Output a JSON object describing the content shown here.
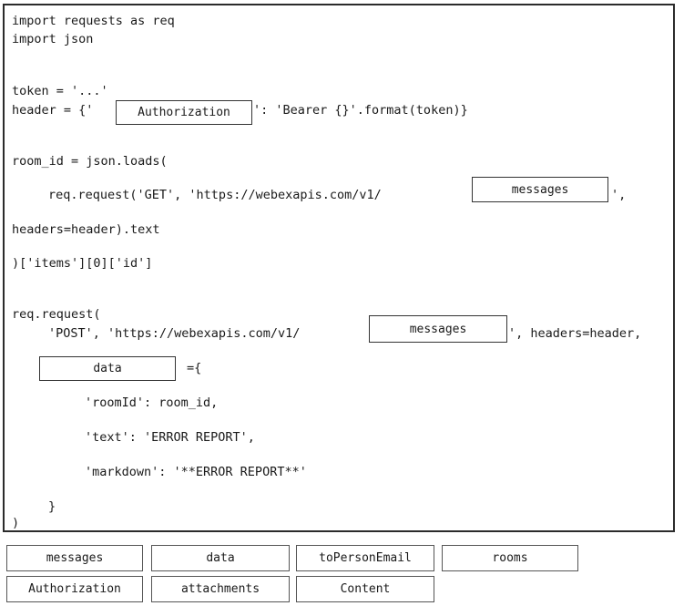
{
  "code": {
    "l1": "import requests as req",
    "l2": "import json",
    "l3": "token = '...'",
    "l4a": "header = {'",
    "l4b": "': 'Bearer {}'.format(token)}",
    "l5": "room_id = json.loads(",
    "l6a": "req.request('GET', 'https://webexapis.com/v1/",
    "l6b": "',",
    "l7": "headers=header).text",
    "l8": ")['items'][0]['id']",
    "l9": "req.request(",
    "l10a": "'POST', 'https://webexapis.com/v1/",
    "l10b": "', headers=header,",
    "l11b": "={",
    "l12": "'roomId': room_id,",
    "l13": "'text': 'ERROR REPORT',",
    "l14": "'markdown': '**ERROR REPORT**'",
    "l15": "}",
    "l16": ")"
  },
  "slots": {
    "header_key": "Authorization",
    "get_endpoint": "messages",
    "post_endpoint": "messages",
    "body_param": "data"
  },
  "options": {
    "messages": "messages",
    "data": "data",
    "toPersonEmail": "toPersonEmail",
    "rooms": "rooms",
    "Authorization": "Authorization",
    "attachments": "attachments",
    "Content": "Content"
  }
}
